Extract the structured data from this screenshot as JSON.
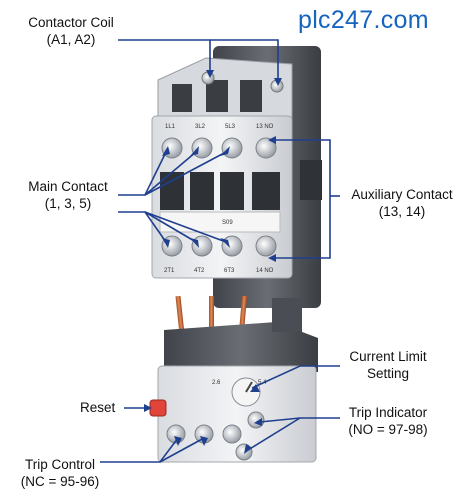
{
  "brand": "plc247.com",
  "colors": {
    "brand": "#1565c0",
    "callout": "#1f3f8f",
    "housing_light": "#e9ebee",
    "housing_dark": "#55585e",
    "reset_button": "#e0443a"
  },
  "callouts": {
    "contactor_coil": {
      "title": "Contactor Coil",
      "detail": "(A1, A2)"
    },
    "main_contact": {
      "title": "Main Contact",
      "detail": "(1, 3, 5)"
    },
    "auxiliary_contact": {
      "title": "Auxiliary Contact",
      "detail": "(13, 14)"
    },
    "current_limit": {
      "title": "Current Limit",
      "detail": "Setting"
    },
    "reset": {
      "title": "Reset"
    },
    "trip_indicator": {
      "title": "Trip Indicator",
      "detail": "(NO = 97-98)"
    },
    "trip_control": {
      "title": "Trip Control",
      "detail": "(NC = 95-96)"
    }
  },
  "contactor": {
    "top_terminals": [
      "1L1",
      "3L2",
      "5L3",
      "13 NO"
    ],
    "bottom_terminals": [
      "2T1",
      "4T2",
      "6T3",
      "14 NO"
    ],
    "model": "S09"
  },
  "overload_relay": {
    "setting_labels": [
      "2.6",
      "5.4"
    ]
  }
}
